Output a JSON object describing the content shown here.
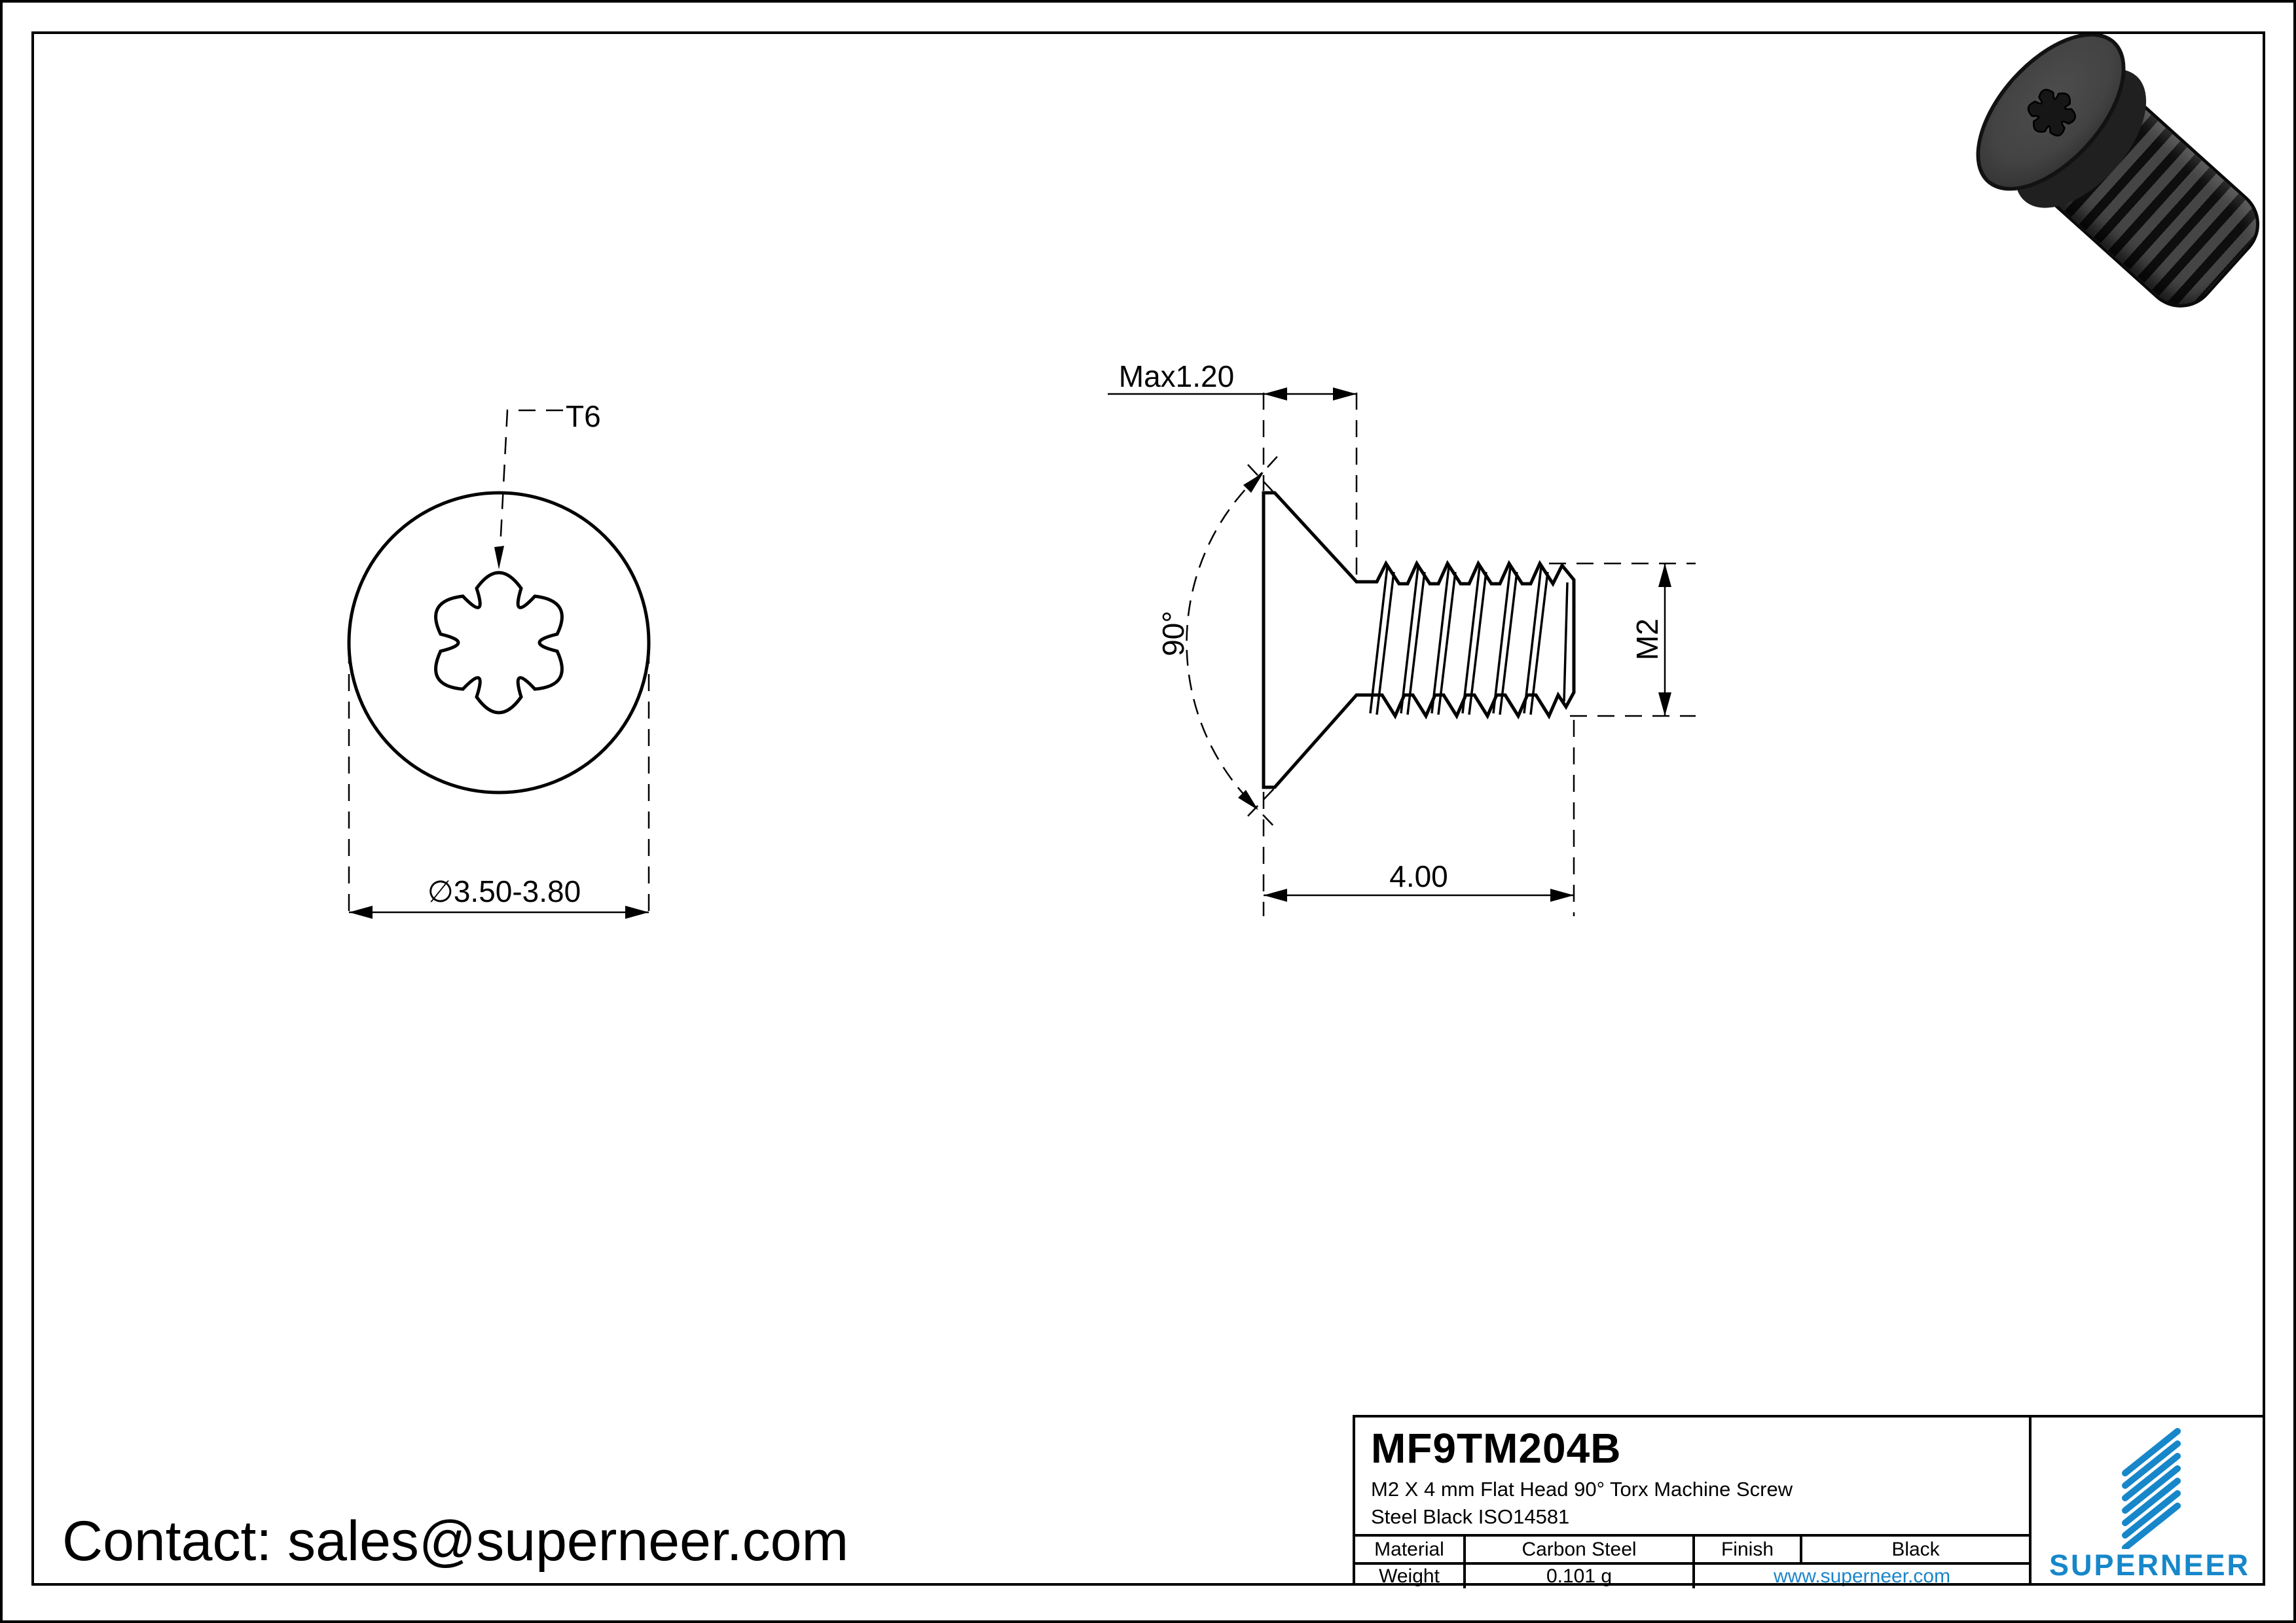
{
  "colors": {
    "line": "#000000",
    "brand_blue": "#1787ca",
    "link_blue": "#1a86cb"
  },
  "contact": {
    "text": "Contact: sales@superneer.com"
  },
  "drawing": {
    "head_view": {
      "torx_label": "T6",
      "diameter_dim": "∅3.50-3.80"
    },
    "side_view": {
      "head_thickness_dim": "Max1.20",
      "countersink_angle_dim": "90°",
      "thread_size_dim": "M2",
      "length_dim": "4.00"
    }
  },
  "title_block": {
    "part_number": "MF9TM204B",
    "description_line1": "M2  X 4 mm Flat Head 90°  Torx Machine Screw",
    "description_line2": "Steel Black ISO14581",
    "material_label": "Material",
    "material_value": "Carbon Steel",
    "finish_label": "Finish",
    "finish_value": "Black",
    "weight_label": "Weight",
    "weight_value": "0.101 g",
    "website": "www.superneer.com",
    "brand": "SUPERNEER"
  }
}
